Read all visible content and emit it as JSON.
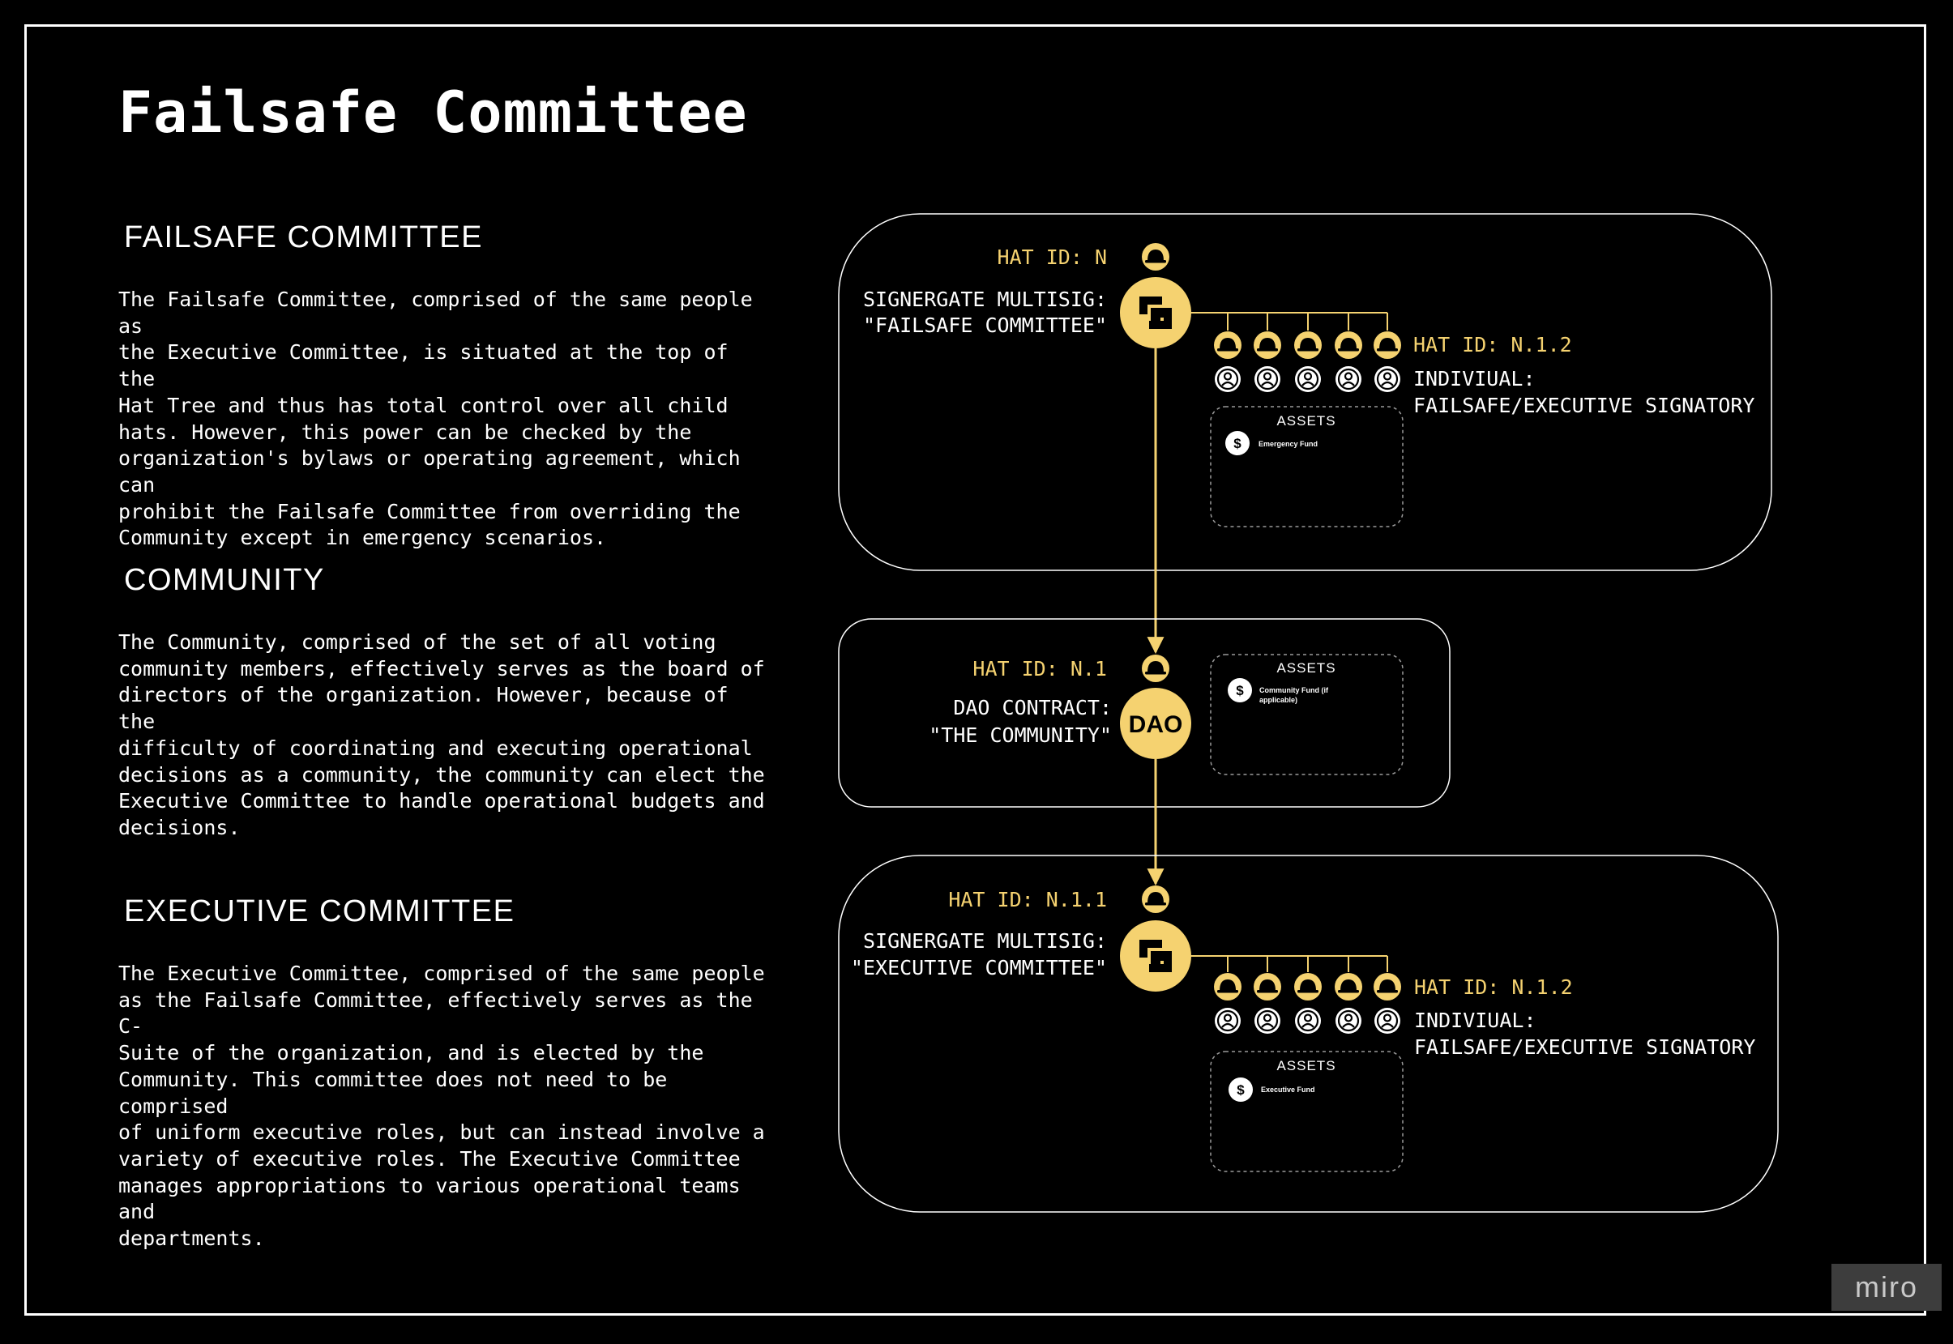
{
  "title": "Failsafe Committee",
  "sections": [
    {
      "heading": "FAILSAFE COMMITTEE",
      "lines": [
        "The Failsafe Committee, comprised of the same people as",
        "the Executive Committee, is situated at the top of the",
        "Hat Tree and thus has total control over all child",
        "hats. However, this power can be checked by the",
        "organization's bylaws or operating agreement, which can",
        "prohibit the Failsafe Committee from overriding the",
        "Community except in emergency scenarios."
      ]
    },
    {
      "heading": "COMMUNITY",
      "lines": [
        "The Community, comprised of the set of all voting",
        "community members, effectively serves as the board of",
        "directors of the organization. However, because of the",
        "difficulty of coordinating and executing operational",
        "decisions as a community, the community can elect the",
        "Executive Committee to handle operational budgets and",
        "decisions."
      ]
    },
    {
      "heading": "EXECUTIVE COMMITTEE",
      "lines": [
        "The Executive Committee, comprised of the same people",
        "as the Failsafe Committee, effectively serves as the C-",
        "Suite of the organization, and is elected by the",
        "Community. This committee does not need to be comprised",
        "of uniform executive roles, but can instead involve a",
        "variety of executive roles. The Executive Committee",
        "manages appropriations to various operational teams and",
        "departments."
      ]
    }
  ],
  "diagram": {
    "failsafe": {
      "hat_id": "HAT ID: N",
      "label_line1": "SIGNERGATE MULTISIG:",
      "label_line2": "\"FAILSAFE COMMITTEE\"",
      "child_hat_id": "HAT ID: N.1.2",
      "child_line1": "INDIVIUAL:",
      "child_line2": "FAILSAFE/EXECUTIVE SIGNATORY",
      "assets_title": "ASSETS",
      "fund_line1": "Emergency Fund",
      "fund_line2": "",
      "node_icon": "signergate-logo-icon",
      "signer_count": 5
    },
    "community": {
      "hat_id": "HAT ID: N.1",
      "label_line1": "DAO CONTRACT:",
      "label_line2": "\"THE COMMUNITY\"",
      "node_text": "DAO",
      "assets_title": "ASSETS",
      "fund_line1": "Community Fund (if",
      "fund_line2": "applicable)"
    },
    "executive": {
      "hat_id": "HAT ID: N.1.1",
      "label_line1": "SIGNERGATE MULTISIG:",
      "label_line2": "\"EXECUTIVE COMMITTEE\"",
      "child_hat_id": "HAT ID: N.1.2",
      "child_line1": "INDIVIUAL:",
      "child_line2": "FAILSAFE/EXECUTIVE SIGNATORY",
      "assets_title": "ASSETS",
      "fund_line1": "Executive Fund",
      "fund_line2": "",
      "node_icon": "signergate-logo-icon",
      "signer_count": 5
    },
    "accent_color": "#f5d270",
    "dollar_symbol": "$"
  },
  "watermark": "miro"
}
